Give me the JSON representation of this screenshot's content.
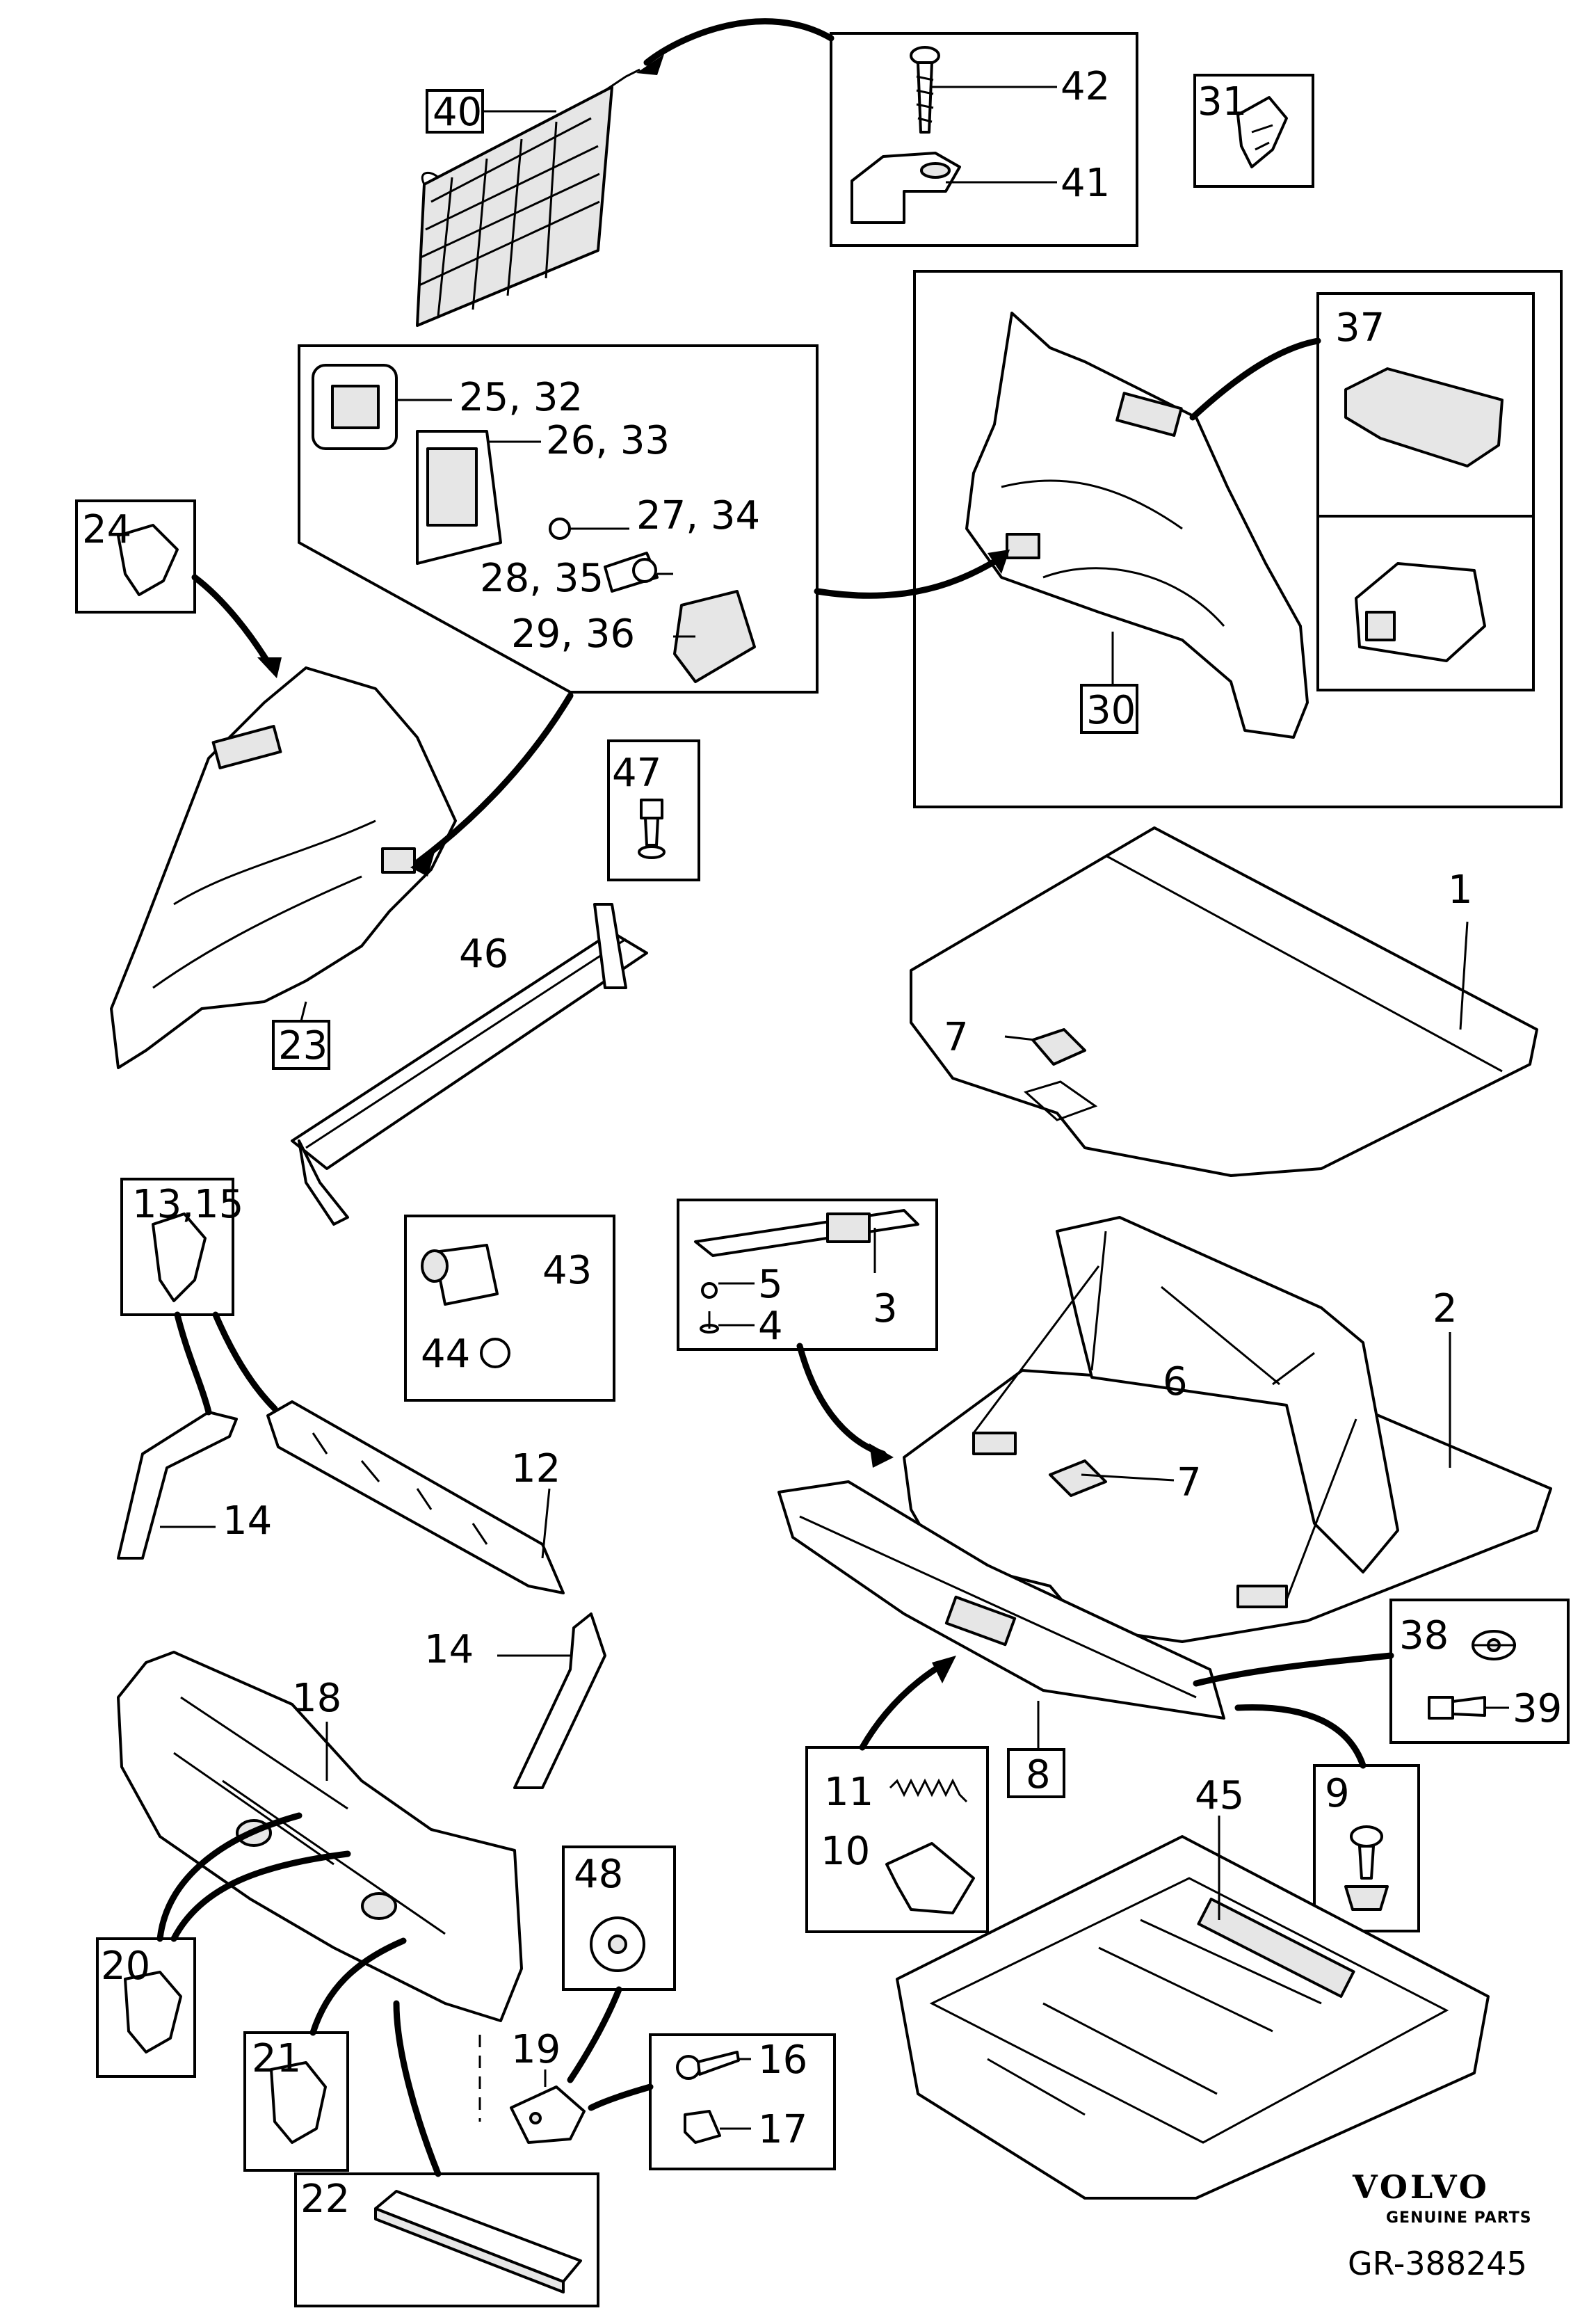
{
  "diagram": {
    "labels": {
      "l1": "1",
      "l2": "2",
      "l3": "3",
      "l4": "4",
      "l5": "5",
      "l6": "6",
      "l7a": "7",
      "l7b": "7",
      "l8": "8",
      "l9": "9",
      "l10": "10",
      "l11": "11",
      "l12": "12",
      "l13_15": "13,15",
      "l14a": "14",
      "l14b": "14",
      "l16": "16",
      "l17": "17",
      "l18": "18",
      "l19": "19",
      "l20": "20",
      "l21": "21",
      "l22": "22",
      "l23": "23",
      "l24": "24",
      "l25_32": "25, 32",
      "l26_33": "26, 33",
      "l27_34": "27, 34",
      "l28_35": "28, 35",
      "l29_36": "29, 36",
      "l30": "30",
      "l31": "31",
      "l37": "37",
      "l38": "38",
      "l39": "39",
      "l40": "40",
      "l41": "41",
      "l42": "42",
      "l43": "43",
      "l44": "44",
      "l45": "45",
      "l46": "46",
      "l47": "47",
      "l48": "48"
    },
    "brand": "VOLVO",
    "brand_sub": "GENUINE PARTS",
    "drawing_code": "GR-388245"
  }
}
